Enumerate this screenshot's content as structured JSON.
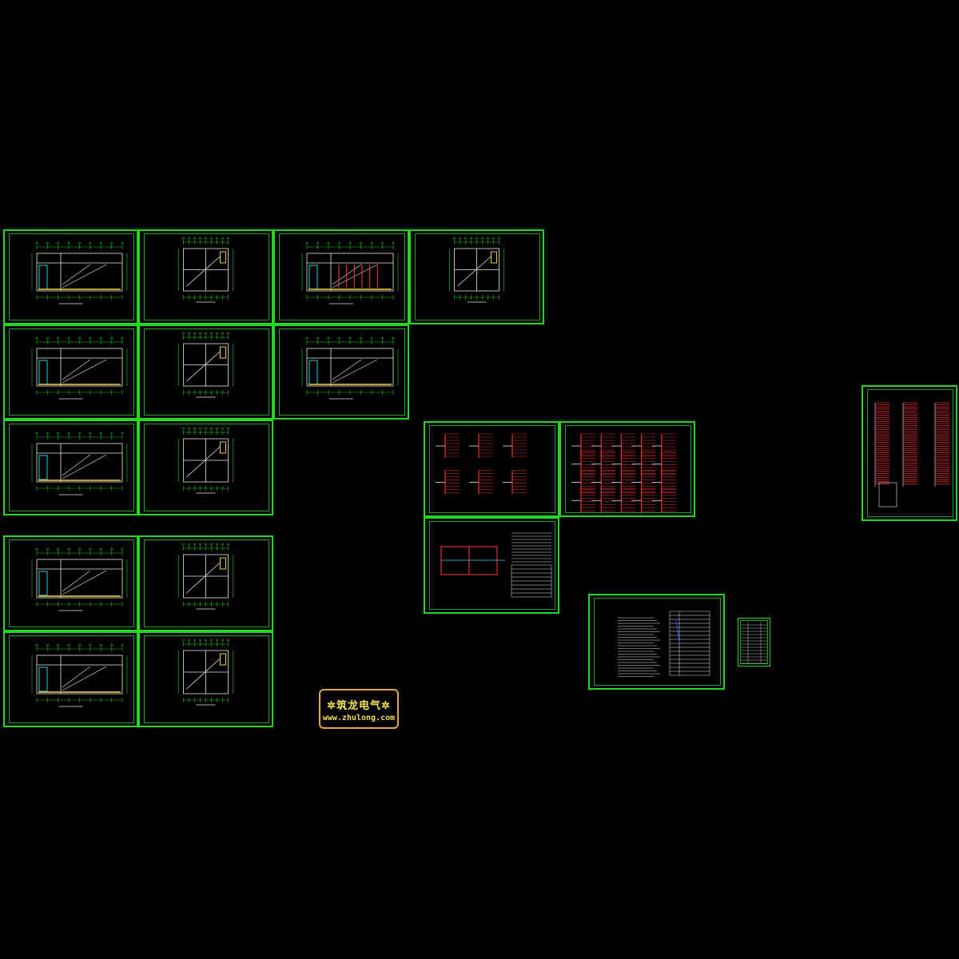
{
  "watermark": {
    "line1": "✲筑龙电气✲",
    "line2": "www.zhulong.com"
  },
  "sheets": [
    {
      "name": "floor-plan-sheet-r1c1",
      "kind": "plan-long"
    },
    {
      "name": "floor-plan-sheet-r1c2",
      "kind": "plan-small"
    },
    {
      "name": "floor-plan-sheet-r1c3",
      "kind": "plan-long-red"
    },
    {
      "name": "floor-plan-sheet-r1c4",
      "kind": "plan-small"
    },
    {
      "name": "floor-plan-sheet-r2c1",
      "kind": "plan-long"
    },
    {
      "name": "floor-plan-sheet-r2c2",
      "kind": "plan-small"
    },
    {
      "name": "floor-plan-sheet-r2c3",
      "kind": "plan-long"
    },
    {
      "name": "floor-plan-sheet-r3c1",
      "kind": "plan-long"
    },
    {
      "name": "floor-plan-sheet-r3c2",
      "kind": "plan-small"
    },
    {
      "name": "floor-plan-sheet-r4c1",
      "kind": "plan-long"
    },
    {
      "name": "floor-plan-sheet-r4c2",
      "kind": "plan-small"
    },
    {
      "name": "floor-plan-sheet-r5c1",
      "kind": "plan-long"
    },
    {
      "name": "floor-plan-sheet-r5c2",
      "kind": "plan-small"
    },
    {
      "name": "system-diagram-sheet-1",
      "kind": "system-a"
    },
    {
      "name": "system-diagram-sheet-2",
      "kind": "system-b"
    },
    {
      "name": "riser-diagram-sheet",
      "kind": "riser"
    },
    {
      "name": "cabinet-schedule-sheet",
      "kind": "schedule"
    },
    {
      "name": "design-notes-sheet",
      "kind": "notes"
    },
    {
      "name": "legend-table-sheet",
      "kind": "table"
    }
  ],
  "colors": {
    "frame": "#22d822",
    "dimension": "#19c819",
    "wall": "#e8e8e8",
    "red_lines": "#e03030",
    "yellow": "#f0d040",
    "cyan": "#30d0e0",
    "blue": "#3050ff",
    "logo_border": "#e5a53f",
    "logo_text": "#f3e05a"
  }
}
